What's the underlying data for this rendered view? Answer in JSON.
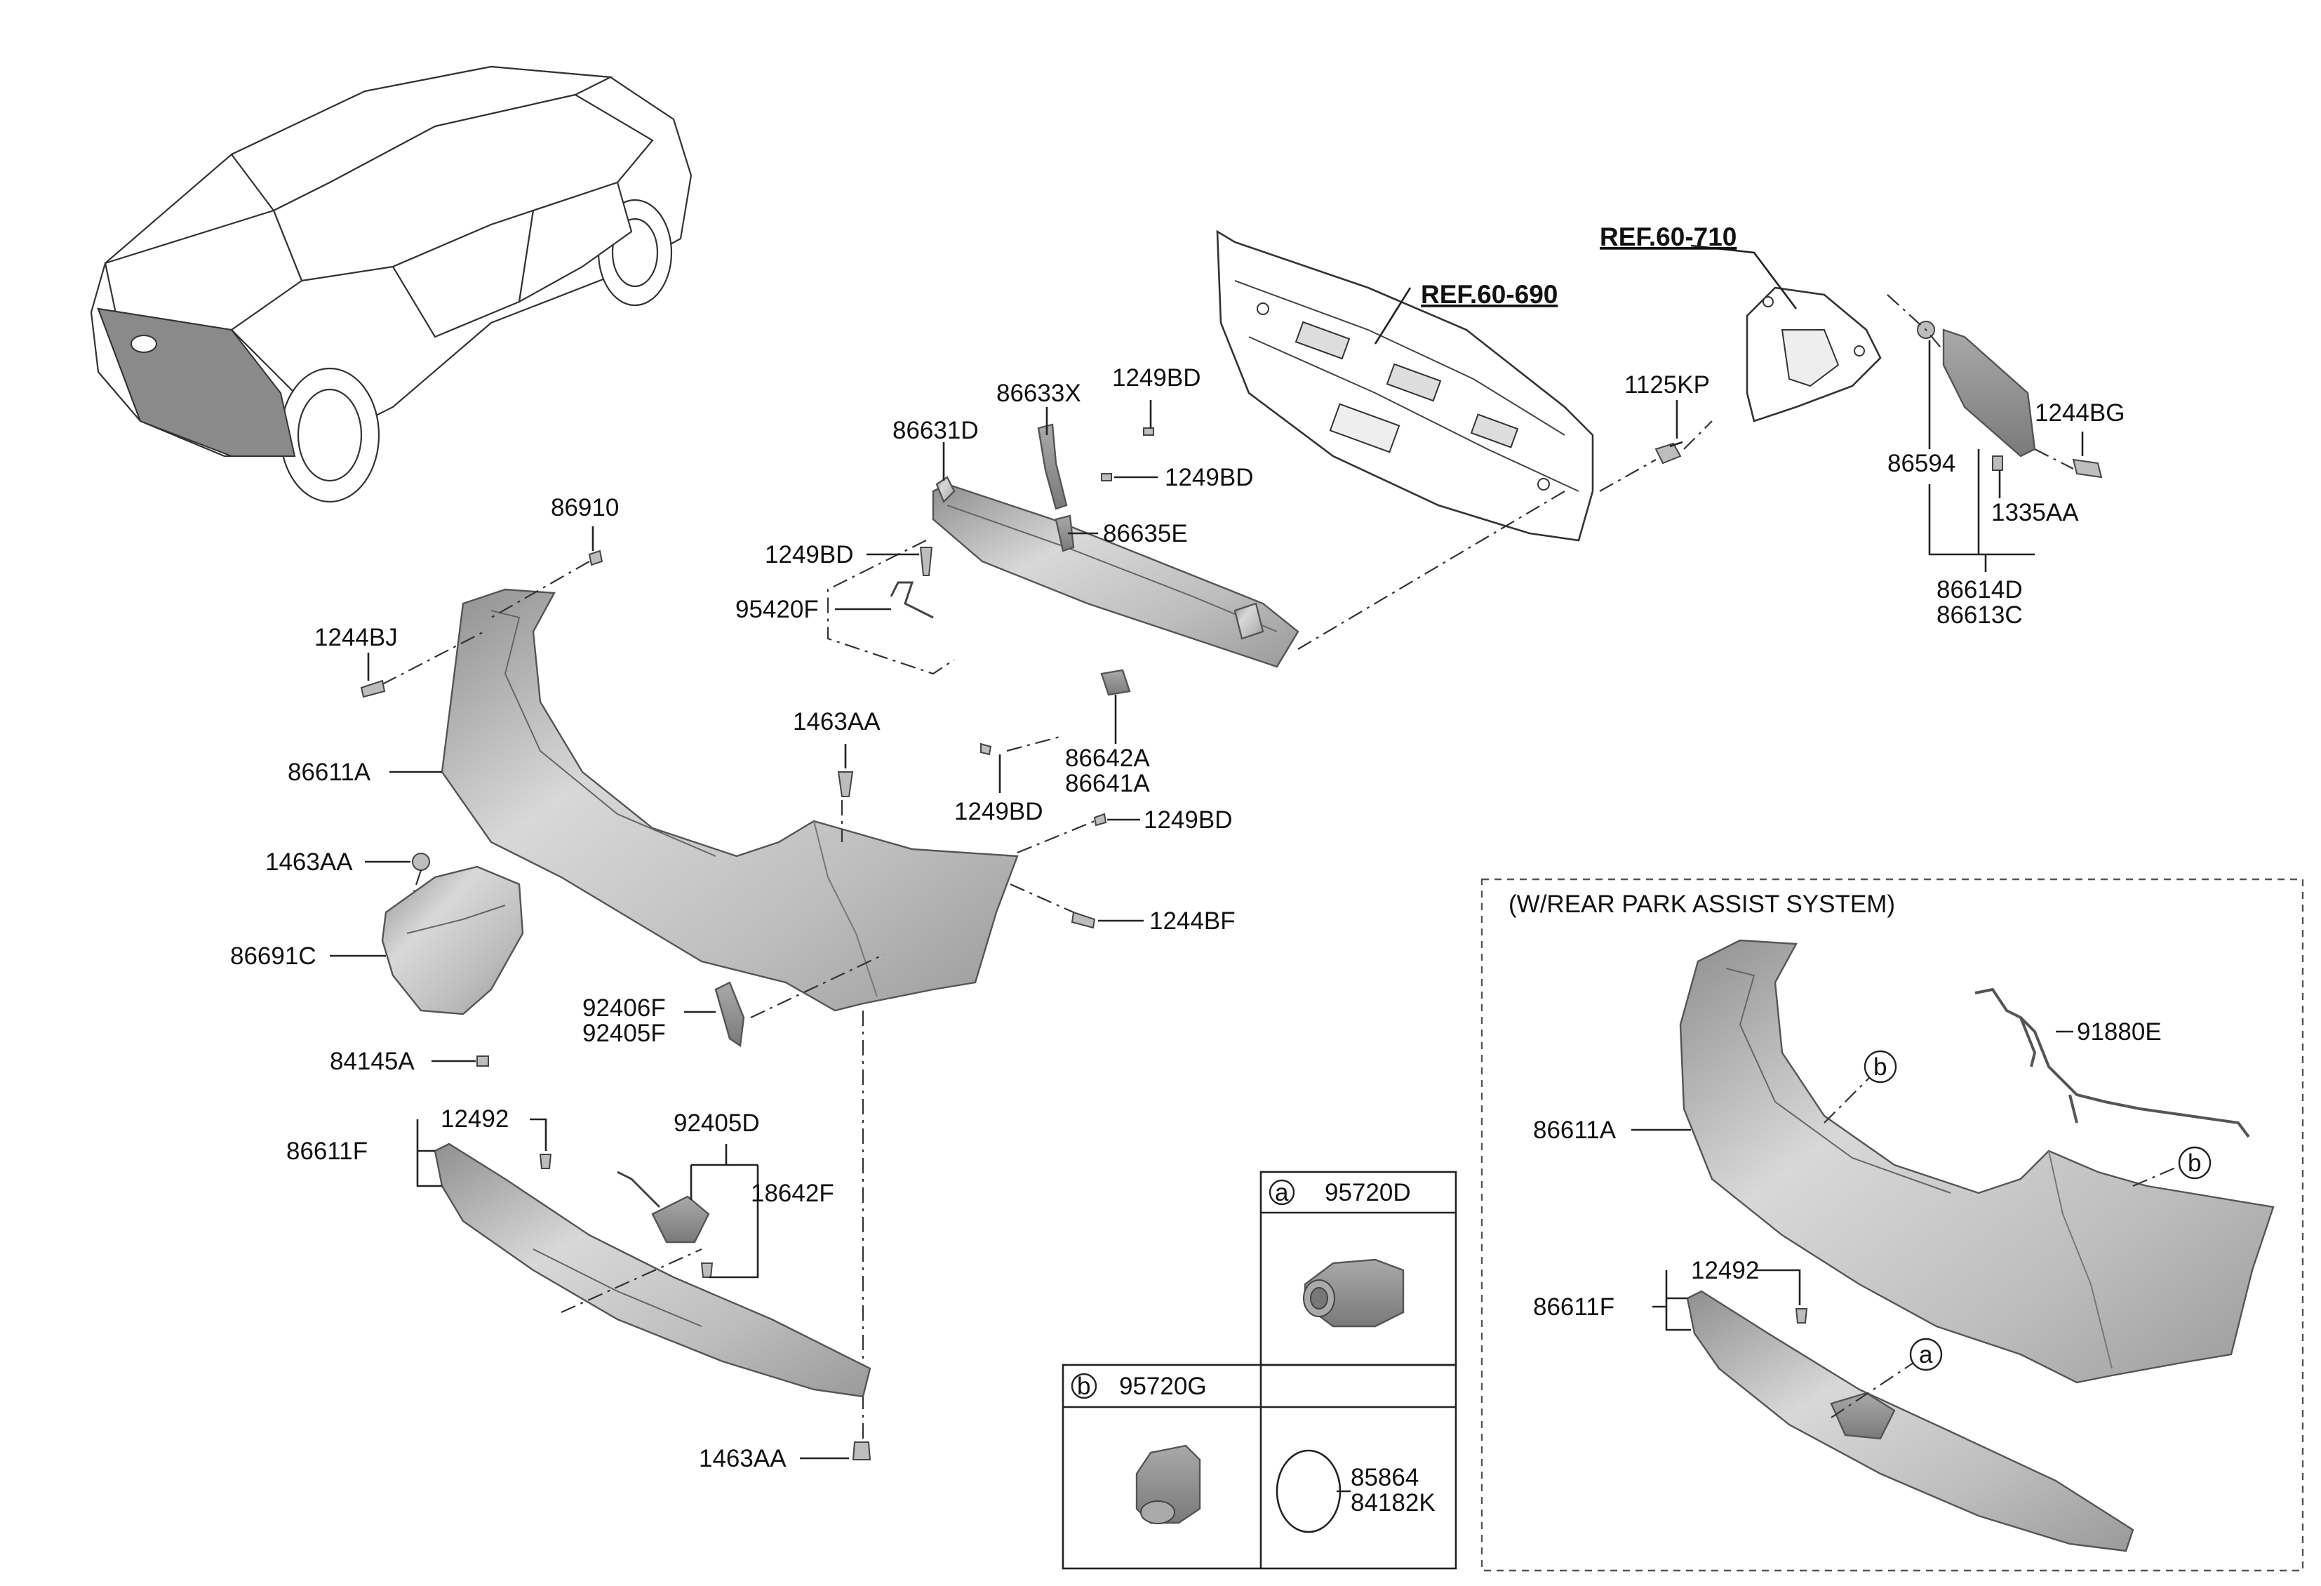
{
  "refs": {
    "ref_60_690": "REF.60-690",
    "ref_60_710": "REF.60-710"
  },
  "labels": {
    "p86633X": "86633X",
    "p1249BD_top": "1249BD",
    "p86631D": "86631D",
    "p1249BD_mid": "1249BD",
    "p86635E": "86635E",
    "p1249BD_left": "1249BD",
    "p95420F": "95420F",
    "p86910": "86910",
    "p1244BJ": "1244BJ",
    "p86611A": "86611A",
    "p1463AA_top": "1463AA",
    "p86642A": "86642A",
    "p86641A": "86641A",
    "p1249BD_low1": "1249BD",
    "p1249BD_low2": "1249BD",
    "p1463AA_left": "1463AA",
    "p1244BF": "1244BF",
    "p86691C": "86691C",
    "p92406F": "92406F",
    "p92405F": "92405F",
    "p84145A": "84145A",
    "p12492": "12492",
    "p92405D": "92405D",
    "p86611F": "86611F",
    "p18642F": "18642F",
    "p1463AA_bottom": "1463AA",
    "p1125KP": "1125KP",
    "p86594": "86594",
    "p1244BG": "1244BG",
    "p1335AA": "1335AA",
    "p86614D": "86614D",
    "p86613C": "86613C"
  },
  "legend": {
    "a_marker": "a",
    "a_part": "95720D",
    "b_marker": "b",
    "b_part": "95720G",
    "extra_1": "85864",
    "extra_2": "84182K"
  },
  "option": {
    "title": "(W/REAR PARK ASSIST SYSTEM)",
    "p86611A": "86611A",
    "p91880E": "91880E",
    "p12492": "12492",
    "p86611F": "86611F",
    "marker_b1": "b",
    "marker_b2": "b",
    "marker_a": "a"
  }
}
